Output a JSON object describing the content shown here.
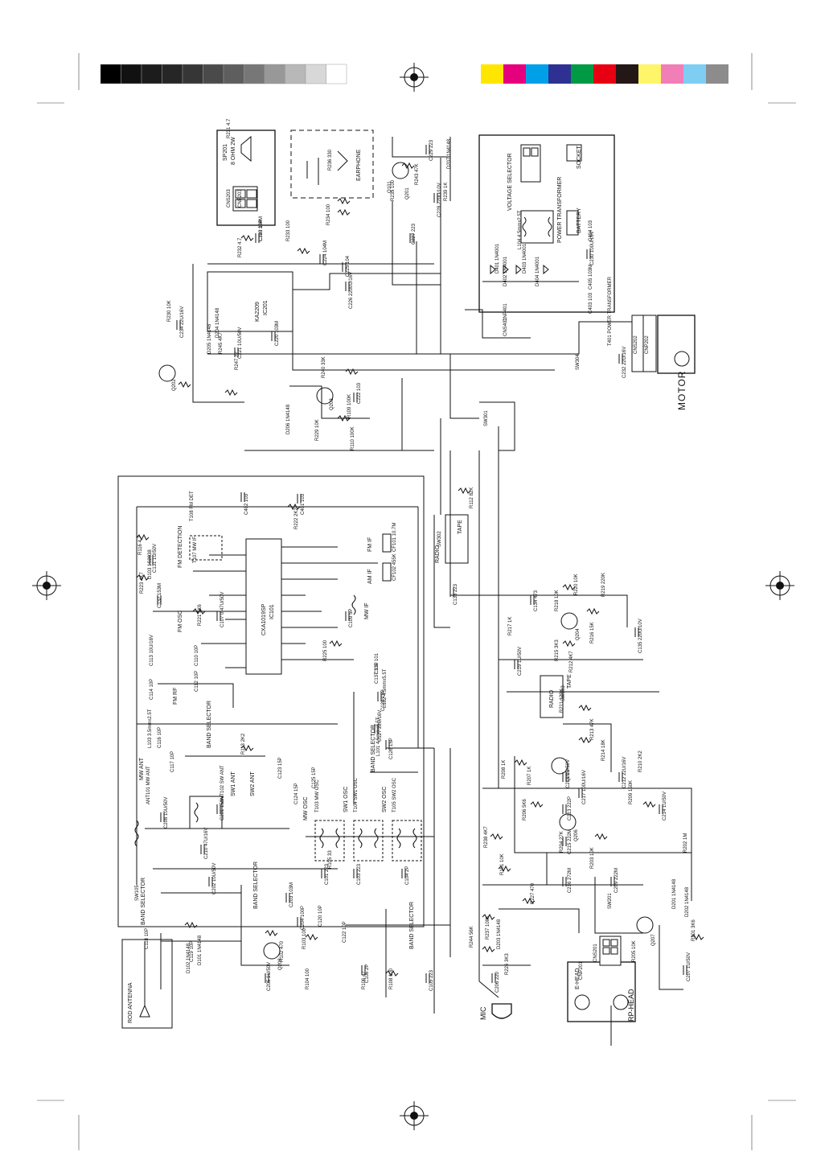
{
  "colors": {
    "gray_bar": [
      "#000000",
      "#111111",
      "#1c1c1c",
      "#262626",
      "#363636",
      "#4a4a4a",
      "#5e5e5e",
      "#777777",
      "#989898",
      "#b8b8b8",
      "#d8d8d8",
      "#ffffff"
    ],
    "color_bar": [
      "#ffe600",
      "#e6007e",
      "#00a0e9",
      "#2e3192",
      "#009944",
      "#e60012",
      "#231815",
      "#fff568",
      "#f17eb7",
      "#7ecef4",
      "#8c8c8c"
    ],
    "ink": "#111111"
  },
  "chips": {
    "power_amp": {
      "name": "KA2209",
      "ref": "IC201"
    },
    "radio_ic": {
      "name": "CXA1019SP",
      "ref": "IC101"
    }
  },
  "sections": {
    "motor": "MOTOR",
    "mic": "MIC",
    "rp_head": "RP-HEAD",
    "e_head": "E-HEAD",
    "earphone": "EARPHONE",
    "speaker_ref": "SP201",
    "speaker_spec": "8 OHM 2W",
    "voltage_selector": "VOLTAGE SELECTOR",
    "power_transformer": "POWER TRANSFORMER",
    "battery": "BATTERY",
    "socket": "SOCKET",
    "rod_antenna": "ROD ANTENNA",
    "radio": "RADIO",
    "tape": "TAPE",
    "band_selector": "BAND SELECTOR",
    "fm_detection": "FM DETECTION",
    "fm_osc": "FM OSC",
    "fm_rf": "FM RF",
    "mw_osc": "MW OSC",
    "sw1_osc": "SW1 OSC",
    "sw2_osc": "SW2 OSC",
    "fm_if": "FM IF",
    "am_if": "AM IF",
    "mw_if": "MW IF",
    "mw_ant": "MW ANT",
    "sw1_ant": "SW1 ANT",
    "sw2_ant": "SW2 ANT"
  },
  "connectors": [
    "CNS203",
    "CNP203",
    "CNS202",
    "CNP202",
    "CNS201",
    "CNP201",
    "CNP401",
    "CNS401"
  ],
  "transistors": [
    "Q201",
    "Q202",
    "Q203",
    "Q204",
    "Q205",
    "Q206",
    "Q207",
    "Q208",
    "Q101"
  ],
  "switches": [
    "SW301",
    "SW302",
    "SW303",
    "SW304",
    "SW105",
    "SW201"
  ],
  "resistors": [
    {
      "ref": "R231",
      "value": "4.7"
    },
    {
      "ref": "R232",
      "value": "4.7"
    },
    {
      "ref": "R233",
      "value": "100"
    },
    {
      "ref": "R234",
      "value": "100"
    },
    {
      "ref": "R236",
      "value": "330"
    },
    {
      "ref": "R235",
      "value": "100"
    },
    {
      "ref": "R243",
      "value": "47K"
    },
    {
      "ref": "R239",
      "value": "1K"
    },
    {
      "ref": "R230",
      "value": "10K"
    },
    {
      "ref": "R245",
      "value": "4K7"
    },
    {
      "ref": "R247",
      "value": "22"
    },
    {
      "ref": "R240",
      "value": "33K"
    },
    {
      "ref": "R229",
      "value": "10K"
    },
    {
      "ref": "R109",
      "value": "100K"
    },
    {
      "ref": "R110",
      "value": "100K"
    },
    {
      "ref": "R112",
      "value": "82K"
    },
    {
      "ref": "R116",
      "value": "4.7"
    },
    {
      "ref": "R223",
      "value": "4K7"
    },
    {
      "ref": "R222",
      "value": "2K2"
    },
    {
      "ref": "R221",
      "value": "5K6"
    },
    {
      "ref": "R225",
      "value": "100"
    },
    {
      "ref": "R220",
      "value": "10K"
    },
    {
      "ref": "R219",
      "value": "220K"
    },
    {
      "ref": "R218",
      "value": "10K"
    },
    {
      "ref": "R217",
      "value": "1K"
    },
    {
      "ref": "R216",
      "value": "15K"
    },
    {
      "ref": "R215",
      "value": "3K3"
    },
    {
      "ref": "R212",
      "value": "4K7"
    },
    {
      "ref": "R211",
      "value": "120K"
    },
    {
      "ref": "R213",
      "value": "47K"
    },
    {
      "ref": "R214",
      "value": "18K"
    },
    {
      "ref": "R210",
      "value": "2K2"
    },
    {
      "ref": "R209",
      "value": "150K"
    },
    {
      "ref": "R208",
      "value": "1K"
    },
    {
      "ref": "R207",
      "value": "1K"
    },
    {
      "ref": "R206",
      "value": "5K6"
    },
    {
      "ref": "R204",
      "value": "27K"
    },
    {
      "ref": "R203",
      "value": "10K"
    },
    {
      "ref": "R202",
      "value": "1M"
    },
    {
      "ref": "R201",
      "value": "3K6"
    },
    {
      "ref": "R205",
      "value": "10K"
    },
    {
      "ref": "R227",
      "value": "470"
    },
    {
      "ref": "R226",
      "value": "3K3"
    },
    {
      "ref": "R244",
      "value": "56K"
    },
    {
      "ref": "R237",
      "value": "100K"
    },
    {
      "ref": "R238",
      "value": "4K7"
    },
    {
      "ref": "R101",
      "value": "10K"
    },
    {
      "ref": "R102",
      "value": "470"
    },
    {
      "ref": "R103",
      "value": "100"
    },
    {
      "ref": "R104",
      "value": "100"
    },
    {
      "ref": "R105",
      "value": "33"
    },
    {
      "ref": "R106",
      "value": "47"
    },
    {
      "ref": "R108",
      "value": "100"
    },
    {
      "ref": "R113",
      "value": "2K2"
    }
  ],
  "capacitors": [
    {
      "ref": "C223",
      "value": "104M"
    },
    {
      "ref": "C224",
      "value": "104M"
    },
    {
      "ref": "C225",
      "value": "104"
    },
    {
      "ref": "C226",
      "value": "2200U/16V"
    },
    {
      "ref": "C227",
      "value": "223"
    },
    {
      "ref": "C228",
      "value": "220U/10V"
    },
    {
      "ref": "C229",
      "value": "223"
    },
    {
      "ref": "C234",
      "value": "22U/16V"
    },
    {
      "ref": "C221",
      "value": "10U/50V"
    },
    {
      "ref": "C220",
      "value": "103M"
    },
    {
      "ref": "C222",
      "value": "103"
    },
    {
      "ref": "C232",
      "value": "22U/16V"
    },
    {
      "ref": "C230",
      "value": "100U/16V"
    },
    {
      "ref": "C405",
      "value": "103M"
    },
    {
      "ref": "C404",
      "value": "103"
    },
    {
      "ref": "C403",
      "value": "103"
    },
    {
      "ref": "C402",
      "value": "103"
    },
    {
      "ref": "C401",
      "value": "103"
    },
    {
      "ref": "C131",
      "value": "1U/50V"
    },
    {
      "ref": "C132",
      "value": "153M"
    },
    {
      "ref": "C107",
      "value": "0.47U/50V"
    },
    {
      "ref": "C109",
      "value": "5P"
    },
    {
      "ref": "C128",
      "value": "15P"
    },
    {
      "ref": "C127",
      "value": "22U/16V"
    },
    {
      "ref": "C126",
      "value": "15P"
    },
    {
      "ref": "C133",
      "value": "223"
    },
    {
      "ref": "C134",
      "value": "473"
    },
    {
      "ref": "C135",
      "value": "220U/10V"
    },
    {
      "ref": "C219",
      "value": "1U/50V"
    },
    {
      "ref": "C218",
      "value": "1U/50V"
    },
    {
      "ref": "C217",
      "value": "100U/16V"
    },
    {
      "ref": "C212",
      "value": "22U/16V"
    },
    {
      "ref": "C213",
      "value": "222P"
    },
    {
      "ref": "C214",
      "value": "1U/50V"
    },
    {
      "ref": "C215",
      "value": "222M"
    },
    {
      "ref": "C216",
      "value": "272M"
    },
    {
      "ref": "C209",
      "value": "222M"
    },
    {
      "ref": "C207",
      "value": "1U/50V"
    },
    {
      "ref": "C206",
      "value": "220"
    },
    {
      "ref": "C205",
      "value": "1U/50V"
    },
    {
      "ref": "C204",
      "value": "100P"
    },
    {
      "ref": "C203",
      "value": "103M"
    },
    {
      "ref": "C202",
      "value": "10U/50V"
    },
    {
      "ref": "C201",
      "value": "153M"
    },
    {
      "ref": "C210",
      "value": "47U/16V"
    },
    {
      "ref": "C208",
      "value": "10U/50V"
    },
    {
      "ref": "C101",
      "value": "223"
    },
    {
      "ref": "C103",
      "value": "223"
    },
    {
      "ref": "C104",
      "value": "2P"
    },
    {
      "ref": "C105",
      "value": "223"
    },
    {
      "ref": "C106",
      "value": "2P"
    },
    {
      "ref": "C110",
      "value": "10P"
    },
    {
      "ref": "C112",
      "value": "10P"
    },
    {
      "ref": "C113",
      "value": "10U/16V"
    },
    {
      "ref": "C114",
      "value": "10P"
    },
    {
      "ref": "C116",
      "value": "10P"
    },
    {
      "ref": "C117",
      "value": "10P"
    },
    {
      "ref": "C118",
      "value": "10P"
    },
    {
      "ref": "C119",
      "value": "10P"
    },
    {
      "ref": "C120",
      "value": "10P"
    },
    {
      "ref": "C122",
      "value": "10P"
    },
    {
      "ref": "C123",
      "value": "15P"
    },
    {
      "ref": "C124",
      "value": "15P"
    },
    {
      "ref": "C125",
      "value": "15P"
    },
    {
      "ref": "C130",
      "value": "101"
    },
    {
      "ref": "C137",
      "value": "33P"
    },
    {
      "ref": "C140",
      "value": "33P"
    }
  ],
  "diodes": [
    {
      "ref": "D201",
      "value": "1N4148"
    },
    {
      "ref": "D202",
      "value": "1N4148"
    },
    {
      "ref": "D203",
      "value": "1N4148"
    },
    {
      "ref": "D204",
      "value": "1N4148"
    },
    {
      "ref": "D205",
      "value": "1N4148"
    },
    {
      "ref": "D206",
      "value": "1N4148"
    },
    {
      "ref": "D207",
      "value": "1N4148"
    },
    {
      "ref": "D401",
      "value": "1N4001"
    },
    {
      "ref": "D402",
      "value": "1N4001"
    },
    {
      "ref": "D403",
      "value": "1N4001"
    },
    {
      "ref": "D404",
      "value": "1N4001"
    },
    {
      "ref": "D101",
      "value": "1N4148"
    },
    {
      "ref": "D102",
      "value": "1N4148"
    },
    {
      "ref": "D103",
      "value": "1S2838"
    }
  ],
  "coils": [
    {
      "ref": "T103",
      "value": "MW OSC"
    },
    {
      "ref": "T104",
      "value": "SW1 OSC"
    },
    {
      "ref": "T105",
      "value": "SW2 OSC"
    },
    {
      "ref": "T107",
      "value": "MW IF"
    },
    {
      "ref": "T108",
      "value": "FM DET"
    },
    {
      "ref": "ANT101",
      "value": "MW ANT"
    },
    {
      "ref": "ANT102",
      "value": "SW ANT"
    },
    {
      "ref": "L101",
      "value": "4.5mmx8.5T"
    },
    {
      "ref": "L102",
      "value": "4.5mmx5.5T"
    },
    {
      "ref": "L103",
      "value": "3.5mmx2.5T"
    },
    {
      "ref": "L104",
      "value": "4.5mmx2.5T"
    },
    {
      "ref": "T401",
      "value": "POWER TRANSFORMER"
    },
    {
      "ref": "L201",
      "value": "47UH"
    }
  ],
  "filters": [
    {
      "ref": "CF101",
      "value": "10.7M"
    },
    {
      "ref": "CF102",
      "value": "455K"
    }
  ]
}
